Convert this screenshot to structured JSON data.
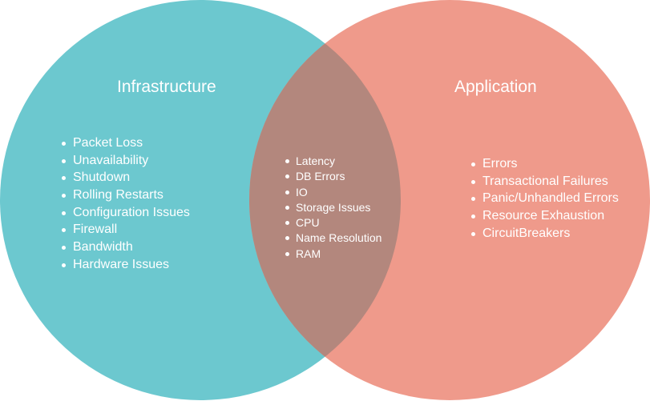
{
  "colors": {
    "infrastructure": "#6cc8cf",
    "application": "#ef9a8b",
    "overlap": "#b3877d",
    "text": "#ffffff"
  },
  "infrastructure": {
    "title": "Infrastructure",
    "items": [
      "Packet Loss",
      "Unavailability",
      "Shutdown",
      "Rolling Restarts",
      "Configuration Issues",
      "Firewall",
      "Bandwidth",
      "Hardware Issues"
    ]
  },
  "overlap": {
    "items": [
      "Latency",
      "DB Errors",
      "IO",
      "Storage Issues",
      "CPU",
      "Name Resolution",
      "RAM"
    ]
  },
  "application": {
    "title": "Application",
    "items": [
      "Errors",
      "Transactional Failures",
      "Panic/Unhandled Errors",
      "Resource Exhaustion",
      "CircuitBreakers"
    ]
  }
}
